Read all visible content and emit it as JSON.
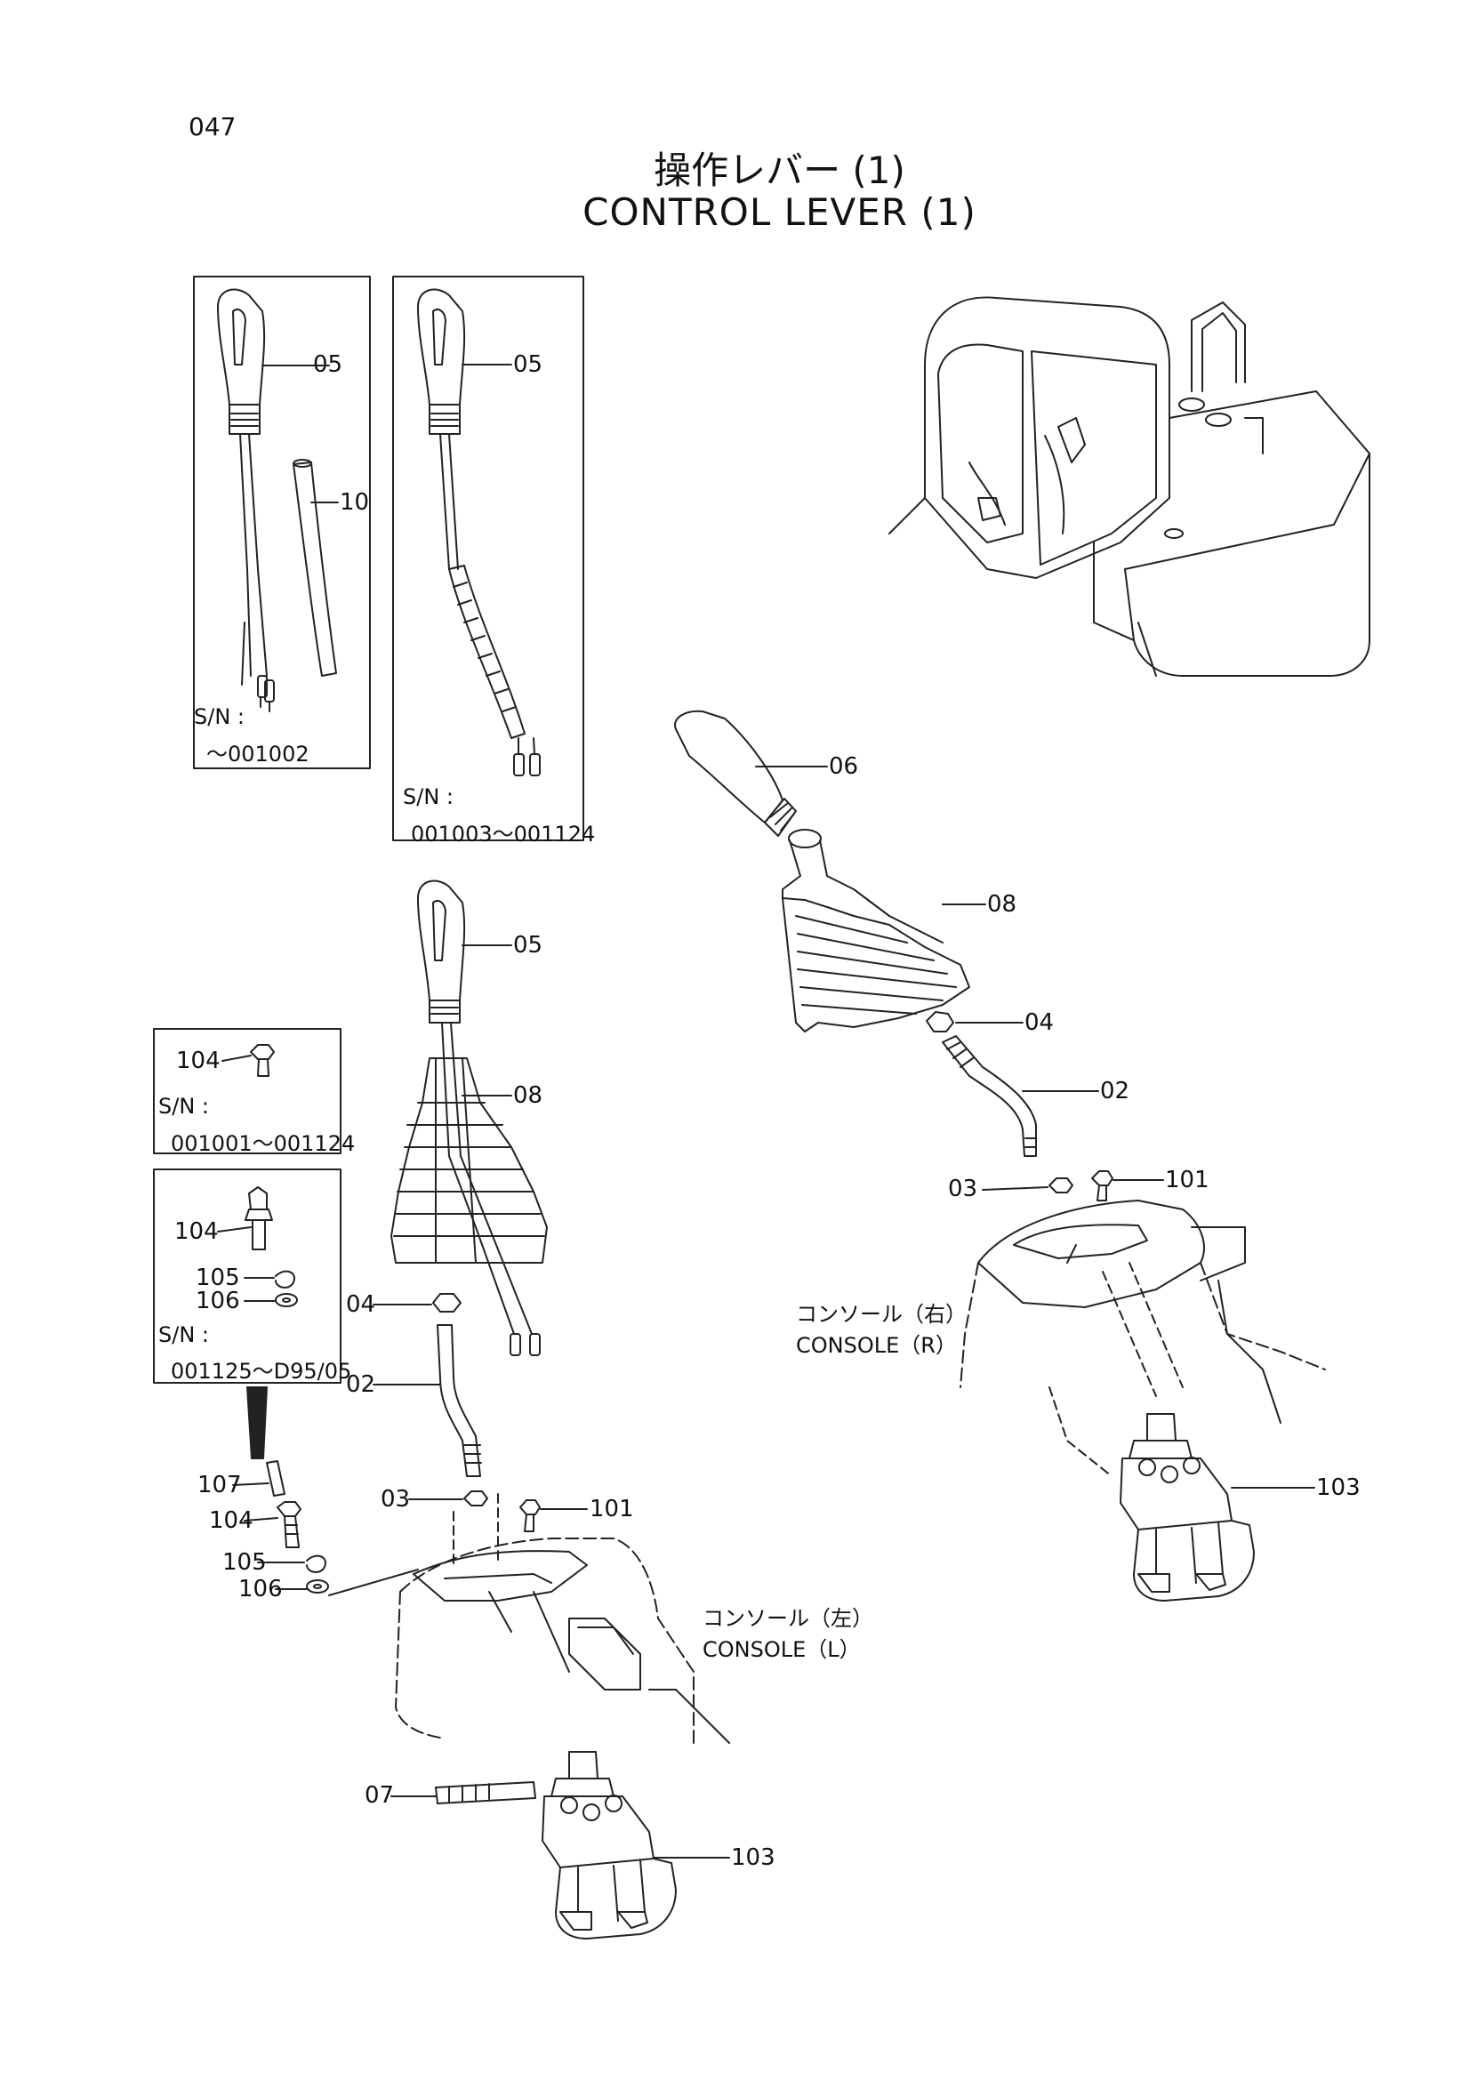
{
  "header": {
    "page_number": "047",
    "title_jp": "操作レバー (1)",
    "title_en": "CONTROL LEVER (1)"
  },
  "inset_boxes": [
    {
      "sn_label": "S/N :",
      "sn_range": "～001002"
    },
    {
      "sn_label": "S/N :",
      "sn_range": "001003～001124"
    },
    {
      "sn_label": "S/N :",
      "sn_range": "001001～001124"
    },
    {
      "sn_label": "S/N :",
      "sn_range": "001125～D95/05"
    }
  ],
  "consoles": {
    "right_jp": "コンソール（右）",
    "right_en": "CONSOLE（R）",
    "left_jp": "コンソール（左）",
    "left_en": "CONSOLE（L）"
  },
  "part_numbers": {
    "p02": "02",
    "p03": "03",
    "p04": "04",
    "p05": "05",
    "p06": "06",
    "p07": "07",
    "p08": "08",
    "p10": "10",
    "p101": "101",
    "p103": "103",
    "p104": "104",
    "p105": "105",
    "p106": "106",
    "p107": "107"
  }
}
